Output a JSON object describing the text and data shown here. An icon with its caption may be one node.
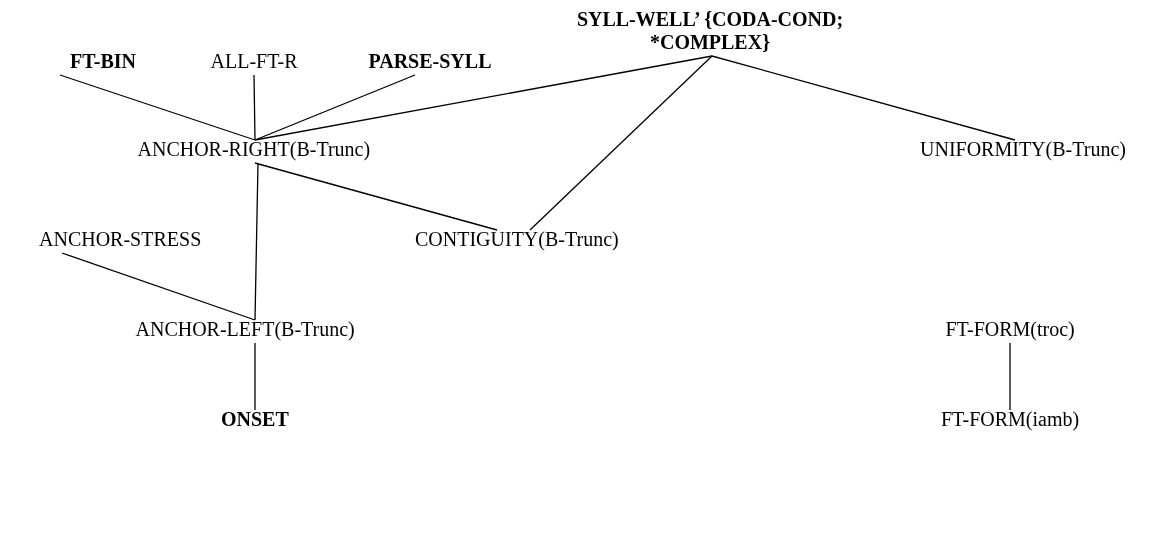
{
  "diagram": {
    "nodes": [
      {
        "text": [
          "FT-BIN"
        ]
      },
      {
        "text": [
          "ALL-FT-R"
        ]
      },
      {
        "text": [
          "PARSE-SYLL"
        ]
      },
      {
        "text": [
          "SYLL-WELL’ {CODA-COND; *COMPLEX}"
        ]
      },
      {
        "text": [
          "ANCHOR-RIGHT(B-Trunc)"
        ]
      },
      {
        "text": [
          "UNIFORMITY(B-Trunc)"
        ]
      },
      {
        "text": [
          "ANCHOR-STRESS"
        ]
      },
      {
        "text": [
          "CONTIGUITY(B-Trunc)"
        ]
      },
      {
        "text": [
          "ANCHOR-LEFT(B-Trunc)"
        ]
      },
      {
        "text": [
          "ONSET"
        ]
      },
      {
        "text": [
          "FT-FORM(troc)"
        ]
      },
      {
        "text": [
          "FT-FORM(iamb)"
        ]
      }
    ],
    "edges": [
      {
        "from": 0,
        "to": 4,
        "arrow": "none"
      },
      {
        "from": 1,
        "to": 4,
        "arrow": "none"
      },
      {
        "from": 2,
        "to": 4,
        "arrow": "none"
      },
      {
        "from": 3,
        "to": 4,
        "arrow": "none"
      },
      {
        "from": 3,
        "to": 7,
        "arrow": "none"
      },
      {
        "from": 3,
        "to": 5,
        "arrow": "none"
      },
      {
        "from": 4,
        "to": 7,
        "arrow": "none"
      },
      {
        "from": 4,
        "to": 8,
        "arrow": "none"
      },
      {
        "from": 6,
        "to": 8,
        "arrow": "none"
      },
      {
        "from": 8,
        "to": 9,
        "arrow": "none"
      },
      {
        "from": 10,
        "to": 11,
        "arrow": "none"
      }
    ]
  }
}
